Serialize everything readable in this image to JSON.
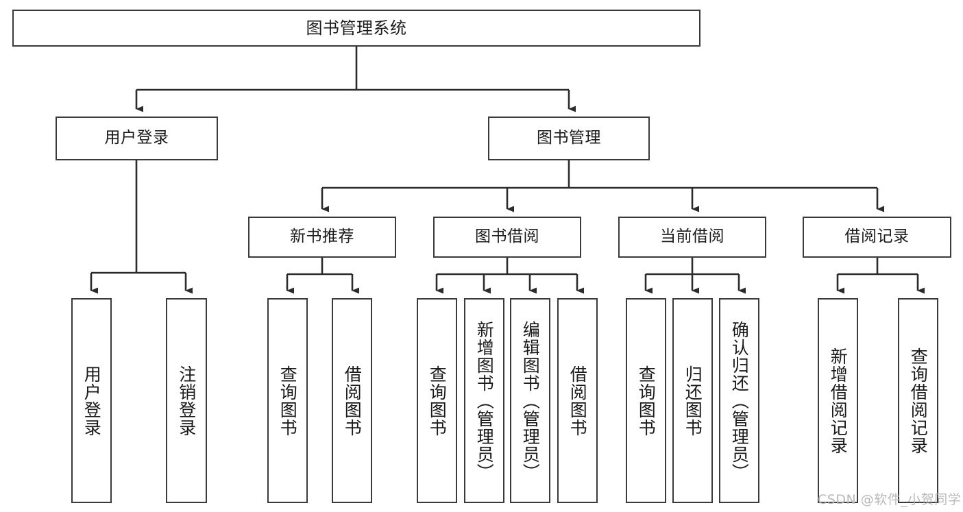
{
  "diagram": {
    "title": "图书管理系统",
    "type": "functional-decomposition-tree",
    "levels": 4,
    "colors": {
      "box_border": "#3a3a3a",
      "box_fill": "#ffffff",
      "edge": "#2b2b2b",
      "text": "#1a1a1a",
      "watermark": "#b9b9b9",
      "background": "#ffffff"
    }
  },
  "nodes": {
    "root": {
      "label": "图书管理系统"
    },
    "level2": [
      {
        "label": "用户登录"
      },
      {
        "label": "图书管理"
      }
    ],
    "level3": [
      {
        "label": "新书推荐"
      },
      {
        "label": "图书借阅"
      },
      {
        "label": "当前借阅"
      },
      {
        "label": "借阅记录"
      }
    ],
    "leaves": {
      "user_login": [
        {
          "label": "用户登录"
        },
        {
          "label": "注销登录"
        }
      ],
      "new_book_recommend": [
        {
          "label": "查询图书"
        },
        {
          "label": "借阅图书"
        }
      ],
      "book_borrow": [
        {
          "label": "查询图书"
        },
        {
          "label": "新增图书（管理员）"
        },
        {
          "label": "编辑图书（管理员）"
        },
        {
          "label": "借阅图书"
        }
      ],
      "current_borrow": [
        {
          "label": "查询图书"
        },
        {
          "label": "归还图书"
        },
        {
          "label": "确认归还（管理员）"
        }
      ],
      "borrow_record": [
        {
          "label": "新增借阅记录"
        },
        {
          "label": "查询借阅记录"
        }
      ]
    }
  },
  "watermark": {
    "text": "CSDN @软件_小贺同学"
  }
}
